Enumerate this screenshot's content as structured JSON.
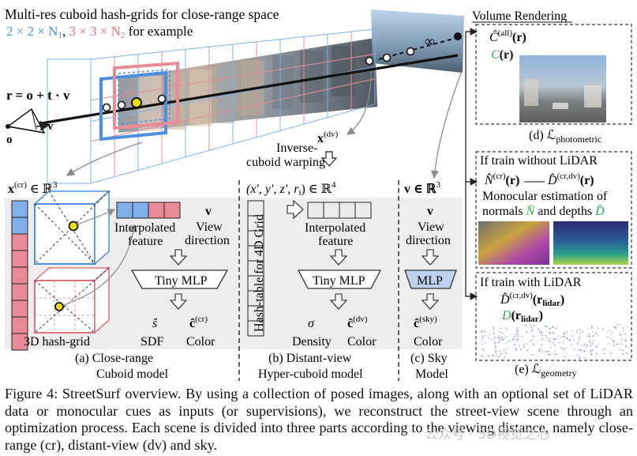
{
  "top": {
    "title": "Multi-res cuboid hash-grids for close-range space",
    "subtitle_blue": "2 × 2 × N",
    "subtitle_blue_sub": "1",
    "subtitle_sep": ", ",
    "subtitle_red": "3 × 3 × N",
    "subtitle_red_sub": "2",
    "subtitle_tail": " for example",
    "ray_eq": "r = o + t · v",
    "origin": "o",
    "viewdir": "v",
    "infinity": "∞",
    "x_dv": "x",
    "x_dv_sup": "(dv)",
    "inverse_1": "Inverse-",
    "inverse_2": "cuboid warping"
  },
  "right": {
    "volume_rendering": "Volume Rendering",
    "c_all": "Ĉ",
    "c_all_sup": "(all)",
    "c_all_arg": "(r)",
    "c_green": "C",
    "c_green_arg": "(r)",
    "photometric_label": "(d) ℒ",
    "photometric_sub": "photometric",
    "no_lidar": "If train without LiDAR",
    "n_cr": "N̂",
    "n_cr_sup": "(cr)",
    "n_cr_arg": "(r)",
    "d_crdv": "D̂",
    "d_crdv_sup": "(cr,dv)",
    "d_crdv_arg": "(r)",
    "mono_1": "Monocular estimation of",
    "mono_2a": "normals ",
    "mono_2n": "N̄",
    "mono_2b": " and depths ",
    "mono_2d": "D̄",
    "with_lidar": "If train with LiDAR",
    "d_lidar": "D̂",
    "d_lidar_sup": "(cr,dv)",
    "d_lidar_arg": "(r",
    "d_lidar_sub": "lidar",
    "d_lidar_close": ")",
    "d_green": "D",
    "d_green_arg": "(r",
    "d_green_sub": "lidar",
    "d_green_close": ")",
    "geometry_label": "(e) ℒ",
    "geometry_sub": "geometry"
  },
  "close_range": {
    "input": "x",
    "input_sup": "(cr)",
    "input_tail": " ∈ ℝ",
    "input_pow": "3",
    "interp_1": "Interpolated",
    "interp_2": "feature",
    "v": "v",
    "view_1": "View",
    "view_2": "direction",
    "mlp": "Tiny MLP",
    "s_hat": "ŝ",
    "c_hat": "ĉ",
    "c_hat_sup": "(cr)",
    "hashgrid": "3D hash-grid",
    "sdf": "SDF",
    "color": "Color",
    "label_1": "(a)  Close-range",
    "label_2": "Cuboid model"
  },
  "distant": {
    "input": "(x′, y′, z′, r",
    "input_sub": "i",
    "input_tail": ") ∈ ℝ",
    "input_pow": "4",
    "hashtable": "Hash-table for 4D Grid",
    "interp_1": "Interpolated",
    "interp_2": "feature",
    "mlp": "Tiny MLP",
    "sigma": "σ",
    "c_hat": "ĉ",
    "c_hat_sup": "(dv)",
    "density": "Density",
    "color": "Color",
    "label_1": "(b) Distant-view",
    "label_2": "Hyper-cuboid model"
  },
  "sky": {
    "input": "v ∈ ℝ",
    "input_pow": "3",
    "v": "v",
    "view_1": "View",
    "view_2": "direction",
    "mlp": "MLP",
    "c_hat": "ĉ",
    "c_hat_sup": "(sky)",
    "color": "Color",
    "label_1": "(c) Sky",
    "label_2": "Model"
  },
  "caption": "Figure 4: StreetSurf overview. By using a collection of posed images, along with an optional set of LiDAR data or monocular cues as inputs (or supervisions), we reconstruct the street-view scene through an optimization process. Each scene is divided into three parts according to the viewing distance, namely close-range (cr), distant-view (dv) and sky.",
  "watermark": "公众号 · 3D视觉之心",
  "colors": {
    "blue": "#4a90e2",
    "red": "#e0707c",
    "green": "#2aa84a",
    "panel": "#ededed",
    "box_blue": "#7fb0ea",
    "box_red": "#e98b96"
  }
}
